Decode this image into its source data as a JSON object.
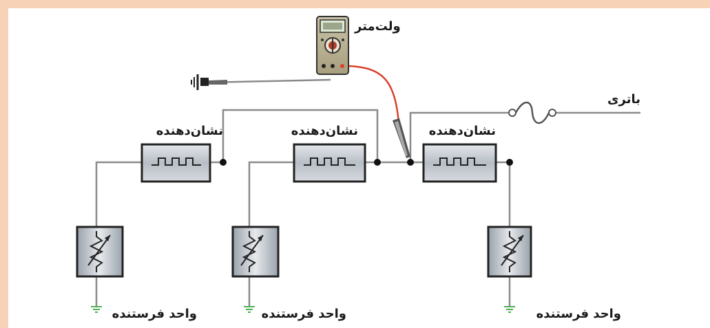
{
  "labels": {
    "voltmeter": "ولت‌متر",
    "battery": "باتری",
    "indicator": "نشان‌دهنده",
    "sender": "واحد فرستنده"
  },
  "colors": {
    "background": "#f8d2b6",
    "panel": "#ffffff",
    "wire": "#8a8a8a",
    "probe_lead": "#d9412b",
    "ground": "#4caf50"
  },
  "icons": [
    "voltmeter-icon",
    "fuse-icon",
    "ground-icon",
    "variable-resistor-icon",
    "gauge-coil-icon"
  ]
}
